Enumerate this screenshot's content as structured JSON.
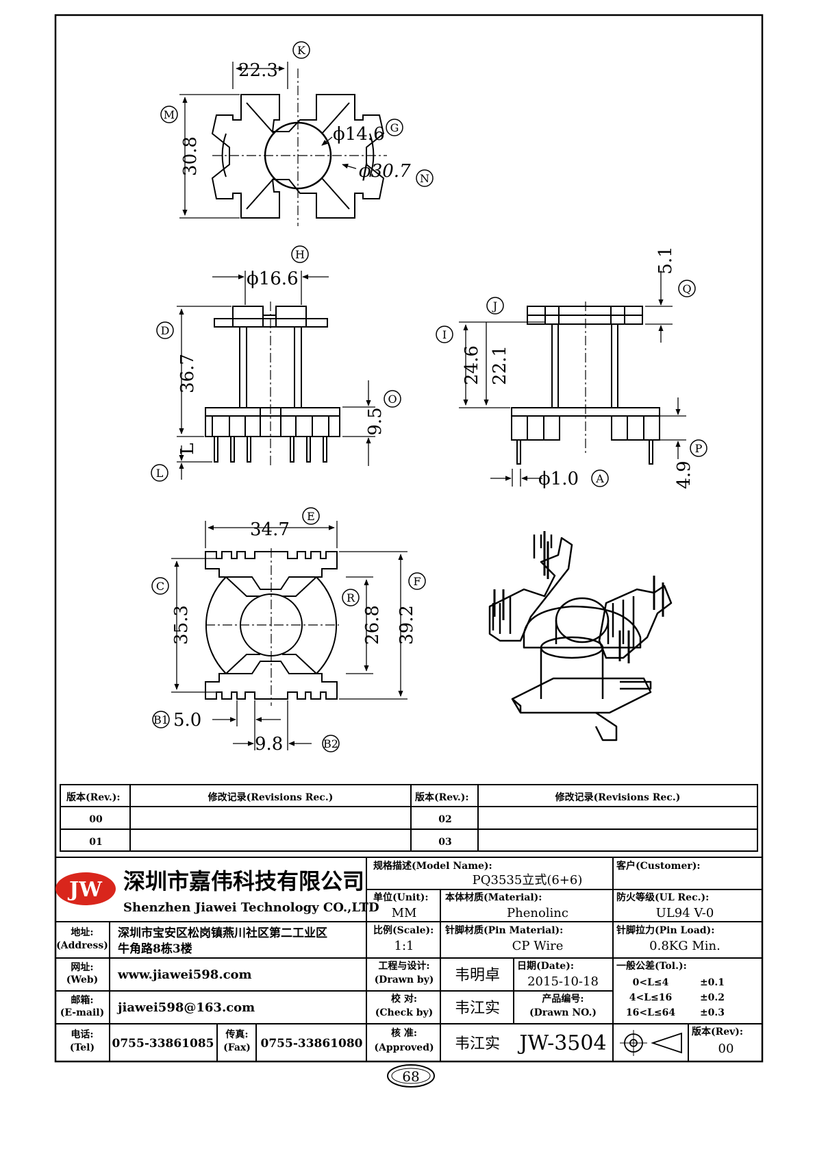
{
  "drawing": {
    "top_view": {
      "width": "22.3",
      "height": "30.8",
      "inner_dia": "ϕ14.6",
      "outer_dia": "ϕ30.7",
      "labels": {
        "k": "K",
        "m": "M",
        "g": "G",
        "n": "N"
      }
    },
    "front_view": {
      "flange_dia": "ϕ16.6",
      "height": "36.7",
      "pin_height": "9.5",
      "pin_len": "L",
      "labels": {
        "h": "H",
        "d": "D",
        "o": "O",
        "l": "L"
      }
    },
    "side_view": {
      "top_h": "5.1",
      "total_h": "24.6",
      "winding_h": "22.1",
      "base_h": "4.9",
      "pin_dia": "ϕ1.0",
      "labels": {
        "q": "Q",
        "j": "J",
        "i": "I",
        "p": "P",
        "a": "A"
      }
    },
    "bottom_view": {
      "width": "34.7",
      "height": "35.3",
      "inner_w": "26.8",
      "outer_h": "39.2",
      "pitch": "5.0",
      "row_gap": "9.8",
      "labels": {
        "e": "E",
        "c": "C",
        "f": "F",
        "r": "R",
        "b1": "B1",
        "b2": "B2"
      }
    }
  },
  "revisions": {
    "rev_header": "版本(Rev.):",
    "rec_header": "修改记录(Revisions Rec.)",
    "rows": [
      {
        "left_rev": "00",
        "left_rec": "",
        "right_rev": "02",
        "right_rec": ""
      },
      {
        "left_rev": "01",
        "left_rec": "",
        "right_rev": "03",
        "right_rec": ""
      }
    ]
  },
  "company": {
    "logo": "JW",
    "name_cn": "深圳市嘉伟科技有限公司",
    "name_en": "Shenzhen Jiawei Technology CO.,LTD"
  },
  "info": {
    "address_label": "地址:",
    "address_label_en": "(Address)",
    "address_line1": "深圳市宝安区松岗镇燕川社区第二工业区",
    "address_line2": "牛角路8栋3楼",
    "web_label": "网址:",
    "web_label_en": "(Web)",
    "web": "www.jiawei598.com",
    "email_label": "邮箱:",
    "email_label_en": "(E-mail)",
    "email": "jiawei598@163.com",
    "tel_label": "电话:",
    "tel_label_en": "(Tel)",
    "tel": "0755-33861085",
    "fax_label": "传真:",
    "fax_label_en": "(Fax)",
    "fax": "0755-33861080"
  },
  "title_block": {
    "model_label": "规格描述(Model Name):",
    "model": "PQ3535立式(6+6)",
    "customer_label": "客户(Customer):",
    "customer": "",
    "unit_label": "单位(Unit):",
    "unit": "MM",
    "material_label": "本体材质(Material):",
    "material": "Phenolinc",
    "ul_label": "防火等级(UL Rec.):",
    "ul": "UL94 V-0",
    "scale_label": "比例(Scale):",
    "scale": "1:1",
    "pin_material_label": "针脚材质(Pin Material):",
    "pin_material": "CP Wire",
    "pin_load_label": "针脚拉力(Pin Load):",
    "pin_load": "0.8KG Min.",
    "drawn_label": "工程与设计:",
    "drawn_label_en": "(Drawn by)",
    "drawn": "韦明卓",
    "date_label": "日期(Date):",
    "date": "2015-10-18",
    "tol_label": "一般公差(Tol.):",
    "tol_rows": [
      {
        "range": "0<L≤4",
        "val": "±0.1"
      },
      {
        "range": "4<L≤16",
        "val": "±0.2"
      },
      {
        "range": "16<L≤64",
        "val": "±0.3"
      }
    ],
    "check_label": "校  对:",
    "check_label_en": "(Check by)",
    "check": "韦江实",
    "drawing_no_label": "产品编号:",
    "drawing_no_label_en": "(Drawn NO.)",
    "drawing_no": "JW-3504",
    "approved_label": "核  准:",
    "approved_label_en": "(Approved)",
    "approved": "韦江实",
    "rev_label": "版本(Rev):",
    "rev": "00"
  },
  "page_number": "68"
}
